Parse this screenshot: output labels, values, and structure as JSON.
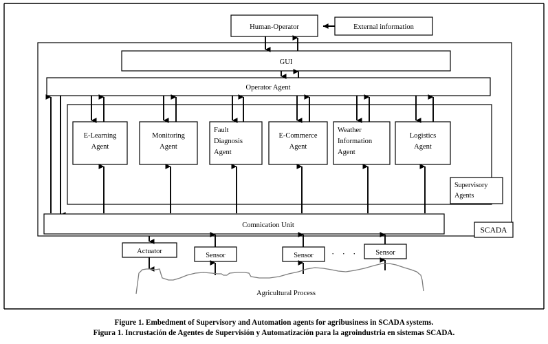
{
  "figure": {
    "caption_en": "Figure 1. Embedment of Supervisory and Automation agents for agribusiness in SCADA systems.",
    "caption_es": "Figura 1. Incrustación de Agentes de Supervisión y Automatización para la agroindustria en sistemas SCADA."
  },
  "colors": {
    "stroke": "#000000",
    "background": "#ffffff",
    "terrain": "#7c7c7c"
  },
  "nodes": {
    "human_operator": "Human-Operator",
    "external_information": "External information",
    "gui": "GUI",
    "operator_agent": "Operator Agent",
    "communication_unit": "Comnication Unit",
    "supervisory_agents": "Supervisory\nAgents",
    "supervisory_agents_line1": "Supervisory",
    "supervisory_agents_line2": "Agents",
    "scada": "SCADA",
    "agricultural_process": "Agricultural Process",
    "actuator": "Actuator",
    "ellipsis": "·  ·  ·"
  },
  "agents": [
    {
      "id": "e-learning-agent",
      "lines": [
        "E-Learning",
        "Agent"
      ]
    },
    {
      "id": "monitoring-agent",
      "lines": [
        "Monitoring",
        "Agent"
      ]
    },
    {
      "id": "fault-diagnosis-agent",
      "lines": [
        "Fault",
        "Diagnosis",
        "Agent"
      ]
    },
    {
      "id": "e-commerce-agent",
      "lines": [
        "E-Commerce",
        "Agent"
      ]
    },
    {
      "id": "weather-information-agent",
      "lines": [
        "Weather",
        "Information",
        "Agent"
      ]
    },
    {
      "id": "logistics-agent",
      "lines": [
        "Logistics",
        "Agent"
      ]
    }
  ],
  "field_devices": [
    {
      "id": "actuator",
      "label": "Actuator",
      "direction": "down"
    },
    {
      "id": "sensor-1",
      "label": "Sensor",
      "direction": "up"
    },
    {
      "id": "sensor-2",
      "label": "Sensor",
      "direction": "up"
    },
    {
      "id": "sensor-3",
      "label": "Sensor",
      "direction": "up"
    }
  ]
}
